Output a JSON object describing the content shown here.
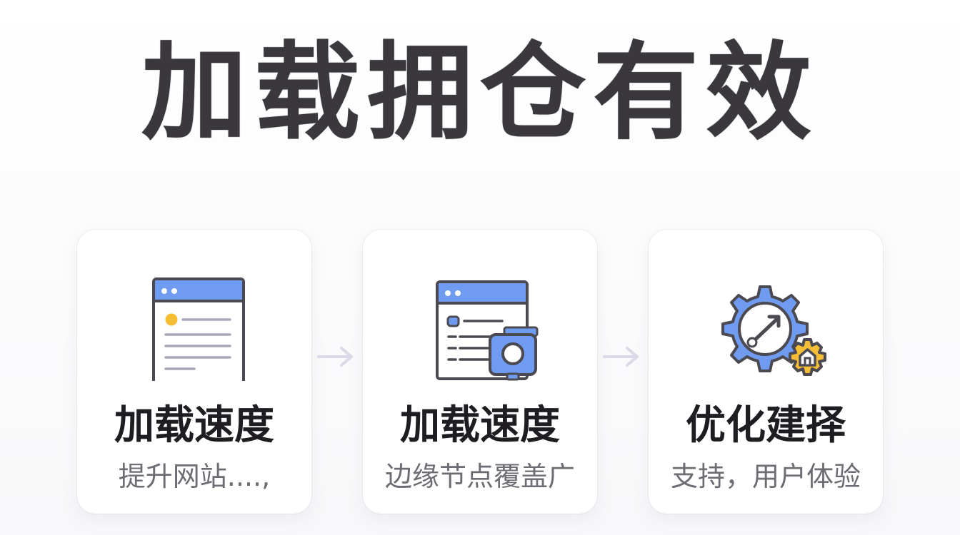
{
  "header": {
    "title": "加载拥仓有效"
  },
  "cards": [
    {
      "title": "加载速度",
      "subtitle": "提升网站....,",
      "icon": "browser-window-icon"
    },
    {
      "title": "加载速度",
      "subtitle": "边缘节点覆盖广",
      "icon": "browser-camera-icon"
    },
    {
      "title": "优化建择",
      "subtitle": "支持，用户体验",
      "icon": "gear-home-icon"
    }
  ],
  "arrows": [
    {
      "icon": "arrow-right-icon"
    },
    {
      "icon": "arrow-right-icon"
    }
  ],
  "colors": {
    "accent_blue": "#6f9cf0",
    "accent_yellow": "#f5be35",
    "outline": "#4b4a52",
    "arrow": "#d9d9e8"
  }
}
